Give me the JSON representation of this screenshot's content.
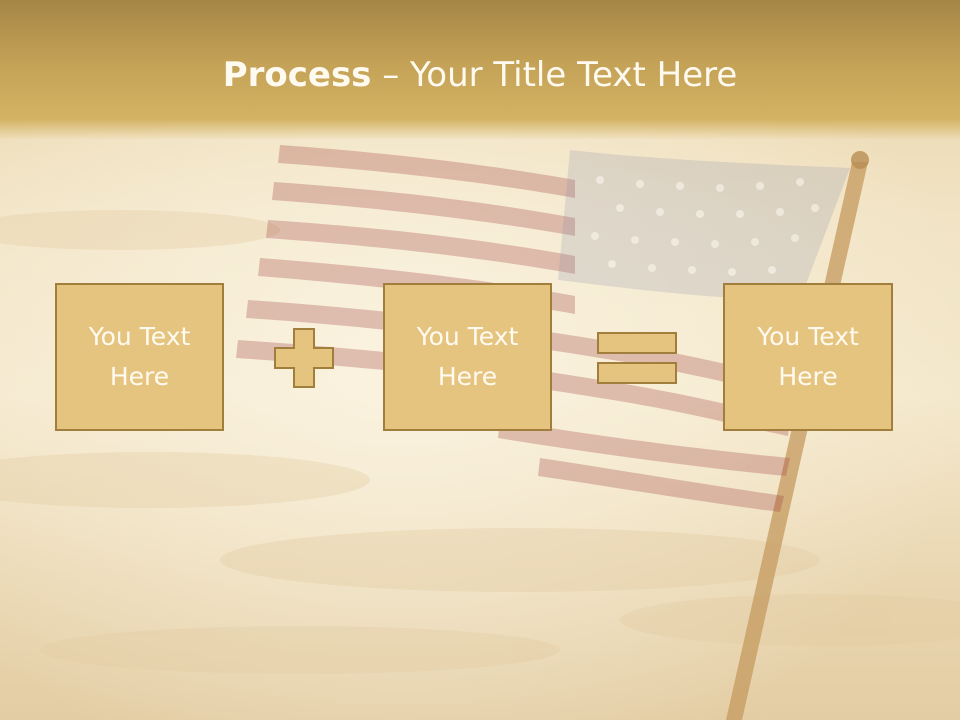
{
  "slide": {
    "title_bold": "Process",
    "title_rest": " – Your Title Text Here"
  },
  "process": {
    "box1": "You Text\nHere",
    "box2": "You Text\nHere",
    "box3": "You Text\nHere"
  },
  "colors": {
    "header": "#c3a156",
    "box_fill": "#e5c47f",
    "box_border": "#a27e3c",
    "text": "#fffaf0"
  }
}
